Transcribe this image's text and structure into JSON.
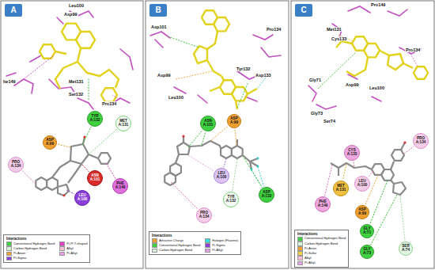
{
  "diagram": {
    "nodes": [
      {
        "text": [
          "A"
        ]
      },
      {
        "text": [
          "TYR A:132"
        ]
      },
      {
        "text": [
          "MET A:131"
        ]
      },
      {
        "text": [
          "ASP A:99"
        ]
      },
      {
        "text": [
          "PRO A:134"
        ]
      },
      {
        "text": [
          "ASN A:101"
        ]
      },
      {
        "text": [
          "LEU A:100"
        ]
      },
      {
        "text": [
          "PHE A:149"
        ]
      },
      {
        "text": [
          "B"
        ]
      },
      {
        "text": [
          "ASN A:101"
        ]
      },
      {
        "text": [
          "ASP A:99"
        ]
      },
      {
        "text": [
          "LEU A:100"
        ]
      },
      {
        "text": [
          "TYR A:132"
        ]
      },
      {
        "text": [
          "ASP A:133"
        ]
      },
      {
        "text": [
          "PRO A:134"
        ]
      },
      {
        "text": [
          "C"
        ]
      },
      {
        "text": [
          "CYS A:133"
        ]
      },
      {
        "text": [
          "PRO A:134"
        ]
      },
      {
        "text": [
          "MET A:131"
        ]
      },
      {
        "text": [
          "LEU A:100"
        ]
      },
      {
        "text": [
          "PHE A:149"
        ]
      },
      {
        "text": [
          "ASP A:99"
        ]
      },
      {
        "text": [
          "GLY A:71"
        ]
      },
      {
        "text": [
          "GLY A:73"
        ]
      },
      {
        "text": [
          "SER A:74"
        ]
      }
    ],
    "labels": [
      "Leu100",
      "Asp99",
      "he149",
      "Met131",
      "Ser132",
      "Pro134",
      "Interactions",
      "Asp101",
      "Asp99",
      "Leu100",
      "Tyr132",
      "Asp133",
      "Pro134",
      "Interactions",
      "Pro149",
      "Met131",
      "Cys133",
      "Pro134",
      "Gly71",
      "Asp99",
      "Leu100",
      "Gly73",
      "Ser74",
      "Interactions"
    ],
    "legend": [
      {
        "text": "Conventional Hydrogen Bond",
        "color": "#3fd13f"
      },
      {
        "text": "Carbon Hydrogen Bond",
        "color": "#d6f5d6"
      },
      {
        "text": "Pi-Anion",
        "color": "#f0a030"
      },
      {
        "text": "Pi-Sigma",
        "color": "#8b3fd9"
      },
      {
        "text": "Pi-Pi T-shaped",
        "color": "#e040c8"
      },
      {
        "text": "Alkyl",
        "color": "#f5c0d8"
      },
      {
        "text": "Pi-Alkyl",
        "color": "#e7a0e7"
      },
      {
        "text": "Attractive Charge",
        "color": "#f0a030"
      },
      {
        "text": "Conventional Hydrogen Bond",
        "color": "#3fd13f"
      },
      {
        "text": "Carbon Hydrogen Bond",
        "color": "#d6f5d6"
      },
      {
        "text": "Halogen (Fluorine)",
        "color": "#30e0e0"
      },
      {
        "text": "Pi-Sigma",
        "color": "#8b3fd9"
      },
      {
        "text": "Pi-Alkyl",
        "color": "#e7a0e7"
      },
      {
        "text": "Conventional Hydrogen Bond",
        "color": "#3fd13f"
      },
      {
        "text": "Carbon Hydrogen Bond",
        "color": "#d6f5d6"
      },
      {
        "text": "Pi-Anion",
        "color": "#f0a030"
      },
      {
        "text": "Pi-Sulfur",
        "color": "#f0d040"
      },
      {
        "text": "Alkyl",
        "color": "#f5c0d8"
      },
      {
        "text": "Pi-Alkyl",
        "color": "#e7a0e7"
      }
    ]
  }
}
